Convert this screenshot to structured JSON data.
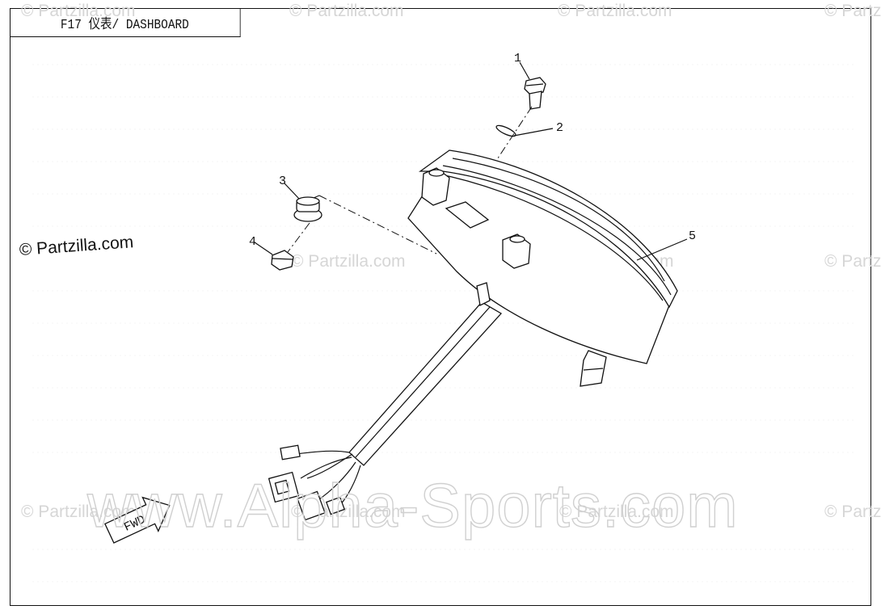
{
  "title": "F17 仪表/ DASHBOARD",
  "copyright_notice": "© Partzilla.com",
  "watermark_small": "© Partzilla.com",
  "watermark_large": "www.Alpha-Sports.com",
  "arrow_label": "FWD",
  "callouts": [
    "1",
    "2",
    "3",
    "4",
    "5"
  ]
}
